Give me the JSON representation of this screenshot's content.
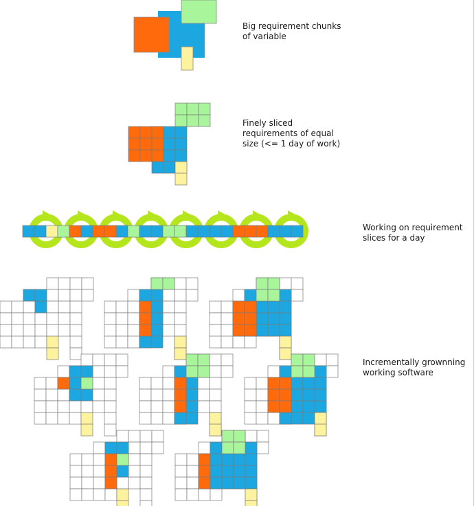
{
  "captions": {
    "big_chunks": "Big requirement chunks\nof variable",
    "finely_sliced": "Finely sliced\nrequirements of equal\nsize (<= 1 day of work)",
    "working_slices": "Working on requirement\nslices for a day",
    "incremental": "Incrementally grownning\nworking software"
  },
  "colors": {
    "orange": "#ff6a0c",
    "blue": "#1ca7e0",
    "green": "#a9f59b",
    "yellow": "#fdf29d",
    "cycle": "#b5e61d",
    "grid_line": "#7a7a7a",
    "cell_empty": "#ffffff"
  },
  "diagram_parts": {
    "daily_cycle_count": 8,
    "increment_snapshot_count": 8
  }
}
